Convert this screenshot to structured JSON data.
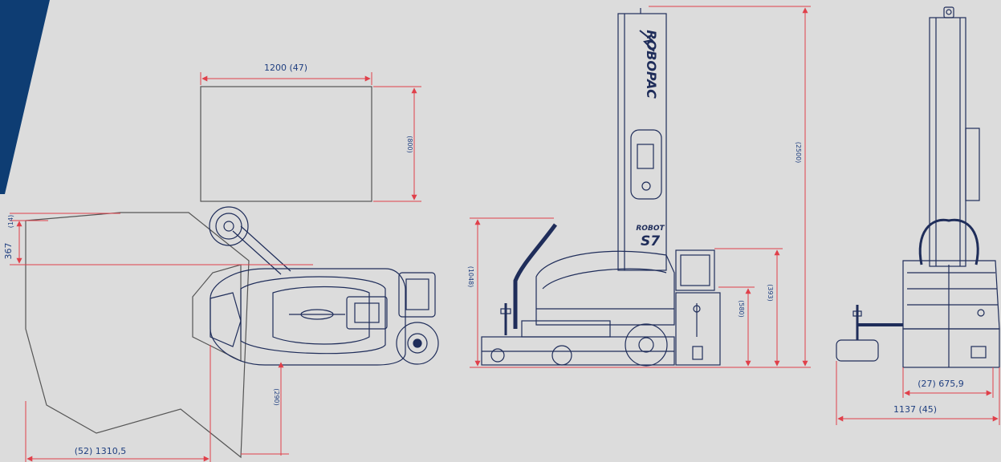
{
  "brand": {
    "name": "ROBOPAC",
    "model_line1": "ROBOT",
    "model_line2": "S7",
    "accent_color": "#0e3d73"
  },
  "colors": {
    "line": "#1f2d5a",
    "dimension": "#e0404a",
    "text": "#1f3f80",
    "background": "#dcdcdc"
  },
  "dimensions": {
    "top_pallet_width": "1200  (47)",
    "top_pallet_depth": "(800)",
    "top_offset_small": "(14)",
    "top_offset": "367",
    "top_lower_depth": "(290)",
    "top_overall_length": "(52)  1310,5",
    "side_handle_height": "(1048)",
    "side_mast_height": "(2500)",
    "side_battery_height": "(580)",
    "side_box_height": "(393)",
    "front_track": "(27)  675,9",
    "front_overall_width": "1137  (45)"
  }
}
